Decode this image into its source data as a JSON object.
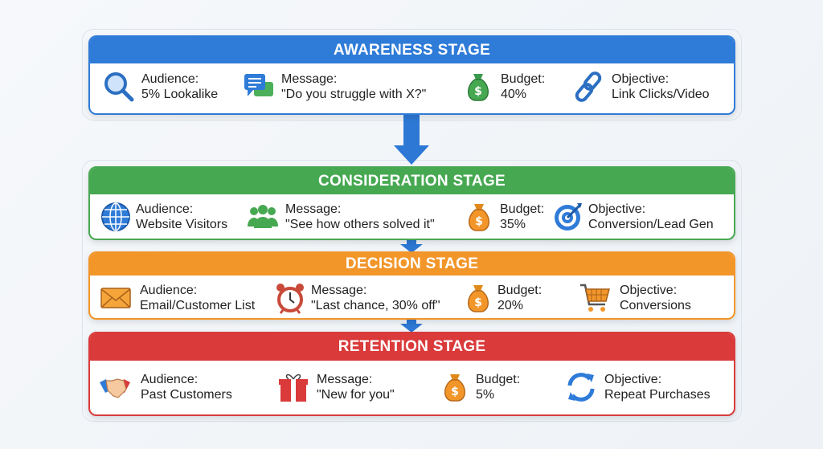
{
  "colors": {
    "awareness": "#2F7BD8",
    "consideration": "#47A852",
    "decision": "#F2962A",
    "retention": "#DA3A3A"
  },
  "stages": [
    {
      "title": "AWARENESS STAGE",
      "items": [
        {
          "icon": "magnifier-icon",
          "label": "Audience:",
          "value": "5% Lookalike"
        },
        {
          "icon": "chat-bubbles-icon",
          "label": "Message:",
          "value": "\"Do you struggle with X?\""
        },
        {
          "icon": "money-bag-icon",
          "label": "Budget:",
          "value": "40%"
        },
        {
          "icon": "link-icon",
          "label": "Objective:",
          "value": "Link Clicks/Video"
        }
      ]
    },
    {
      "title": "CONSIDERATION STAGE",
      "items": [
        {
          "icon": "globe-icon",
          "label": "Audience:",
          "value": "Website Visitors"
        },
        {
          "icon": "people-group-icon",
          "label": "Message:",
          "value": "\"See how others solved it\""
        },
        {
          "icon": "money-bag-icon",
          "label": "Budget:",
          "value": "35%"
        },
        {
          "icon": "target-icon",
          "label": "Objective:",
          "value": "Conversion/Lead Gen"
        }
      ]
    },
    {
      "title": "DECISION STAGE",
      "items": [
        {
          "icon": "envelope-icon",
          "label": "Audience:",
          "value": "Email/Customer List"
        },
        {
          "icon": "alarm-clock-icon",
          "label": "Message:",
          "value": "\"Last chance, 30% off\""
        },
        {
          "icon": "money-bag-icon",
          "label": "Budget:",
          "value": "20%"
        },
        {
          "icon": "shopping-cart-icon",
          "label": "Objective:",
          "value": "Conversions"
        }
      ]
    },
    {
      "title": "RETENTION STAGE",
      "items": [
        {
          "icon": "handshake-icon",
          "label": "Audience:",
          "value": "Past Customers"
        },
        {
          "icon": "gift-icon",
          "label": "Message:",
          "value": "\"New for you\""
        },
        {
          "icon": "money-bag-icon",
          "label": "Budget:",
          "value": "5%"
        },
        {
          "icon": "refresh-icon",
          "label": "Objective:",
          "value": "Repeat Purchases"
        }
      ]
    }
  ]
}
